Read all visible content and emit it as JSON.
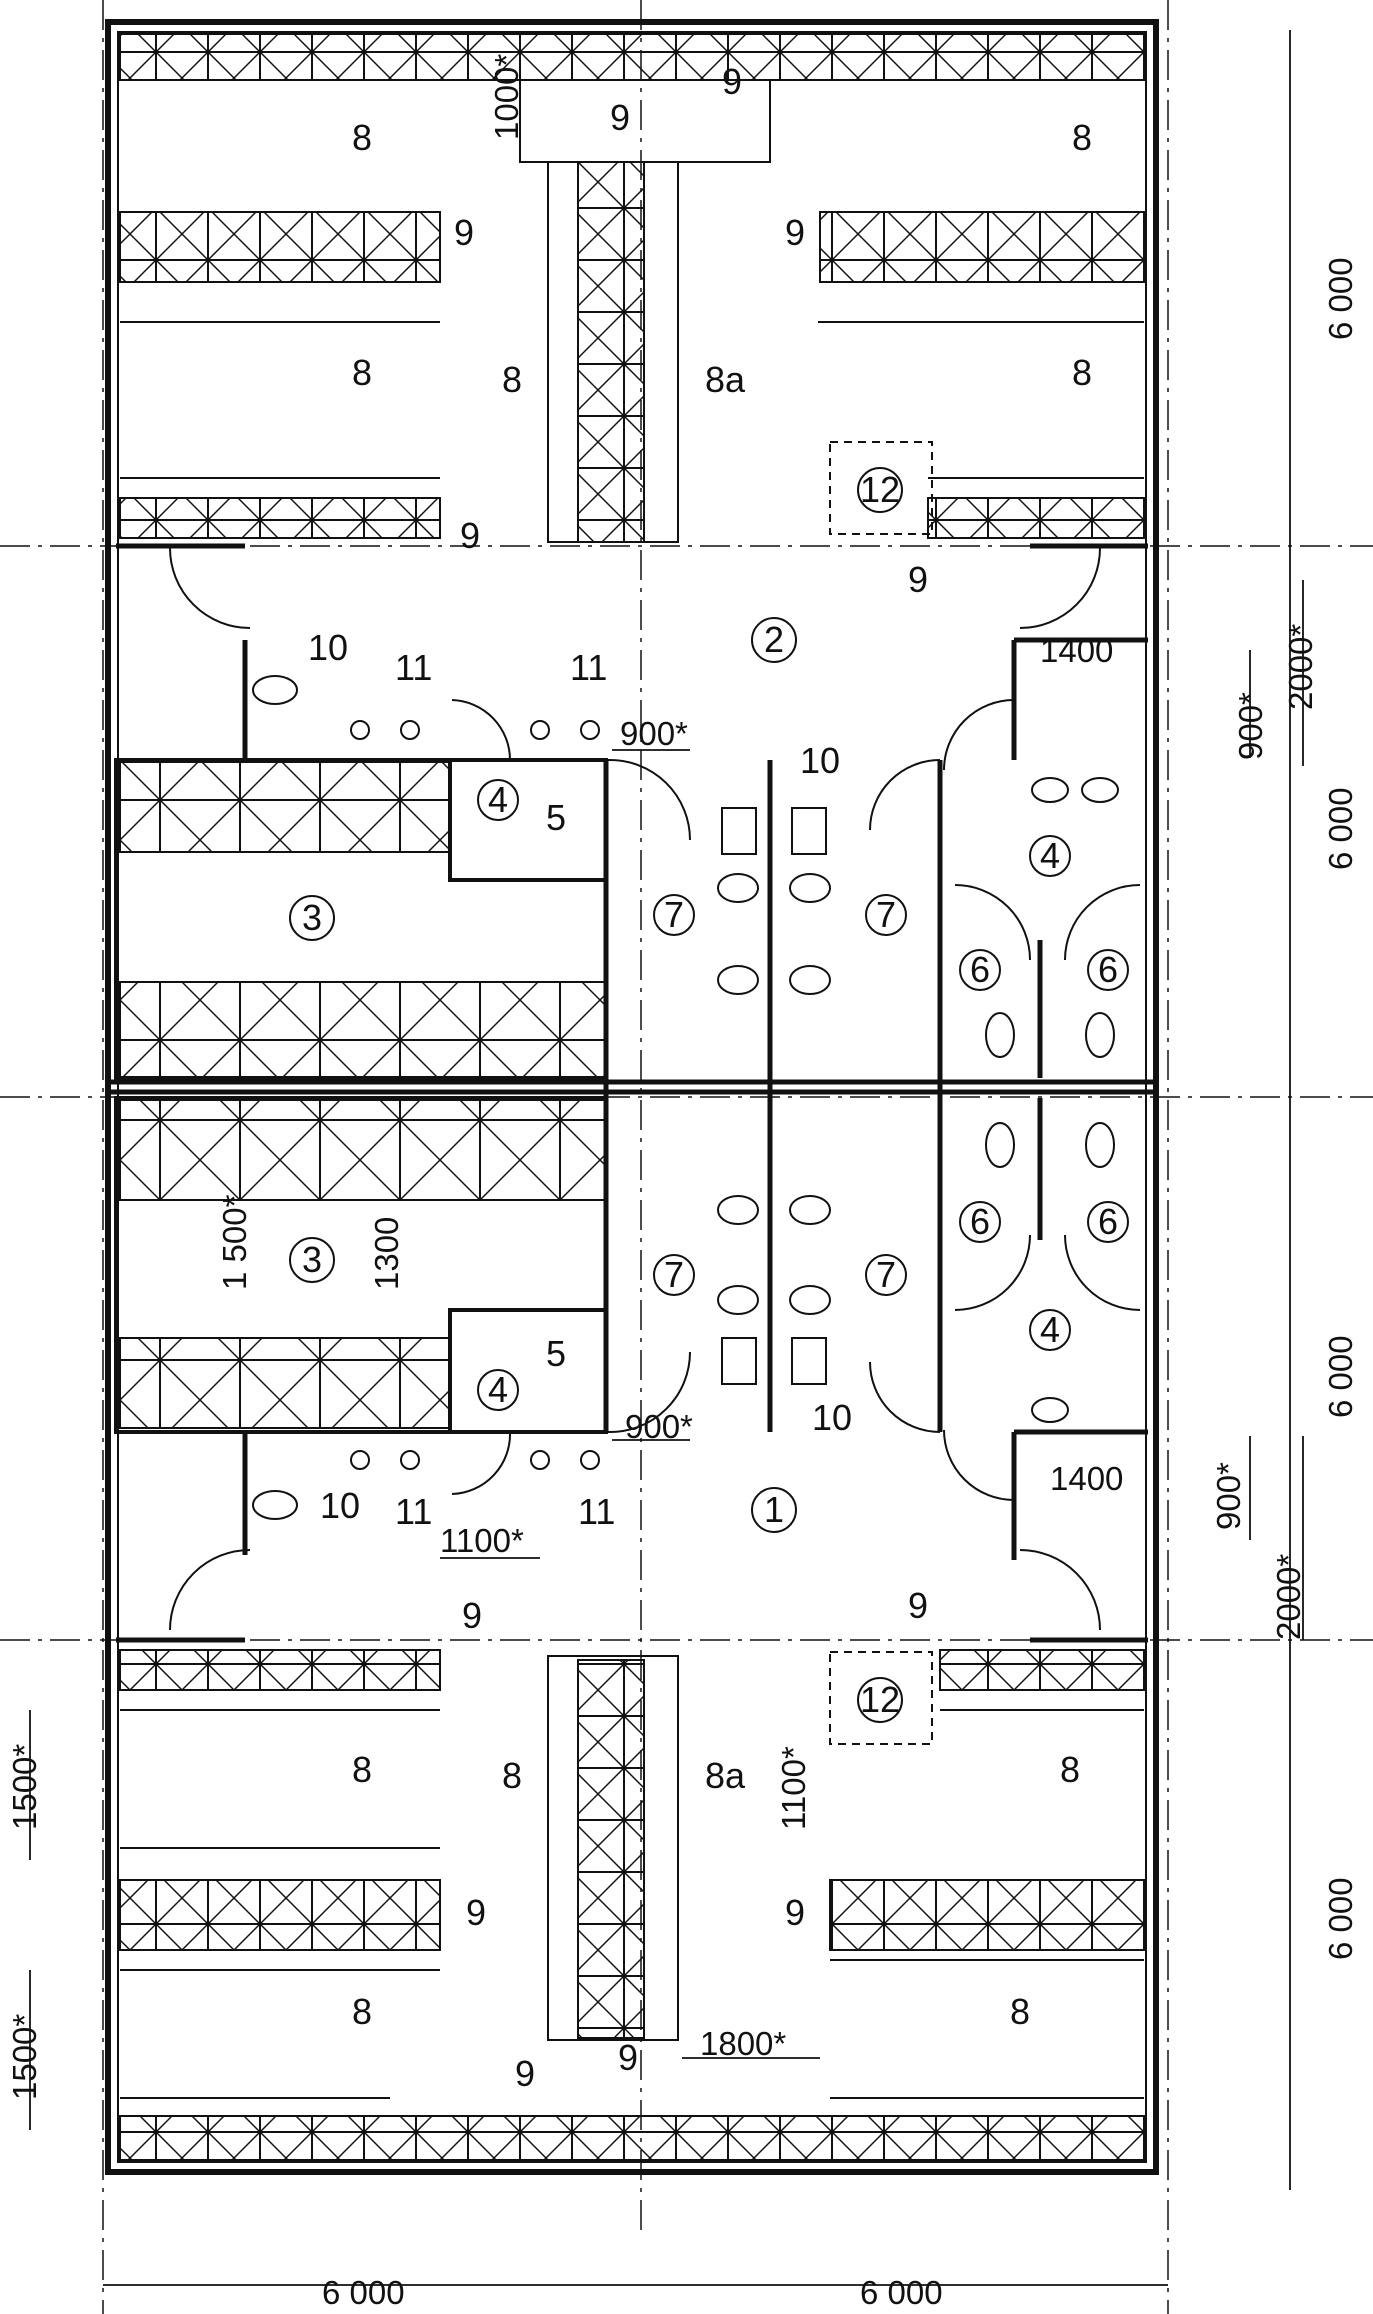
{
  "colors": {
    "ink": "#111111",
    "background": "#ffffff"
  },
  "rooms": {
    "r1": "1",
    "r2": "2",
    "r3": "3",
    "r4": "4",
    "r5": "5",
    "r6": "6",
    "r7": "7",
    "r12": "12"
  },
  "labels": {
    "l8": "8",
    "l8a": "8a",
    "l9": "9",
    "l10": "10",
    "l11": "11"
  },
  "dims": {
    "d1000s": "1000*",
    "d900s": "900*",
    "d1400": "1400",
    "d2000s": "2000*",
    "d6000": "6 000",
    "d1500s": "1 500*",
    "d1300": "1300",
    "d1100s": "1100*",
    "d1500s_b": "1500*",
    "d1800s": "1800*"
  }
}
